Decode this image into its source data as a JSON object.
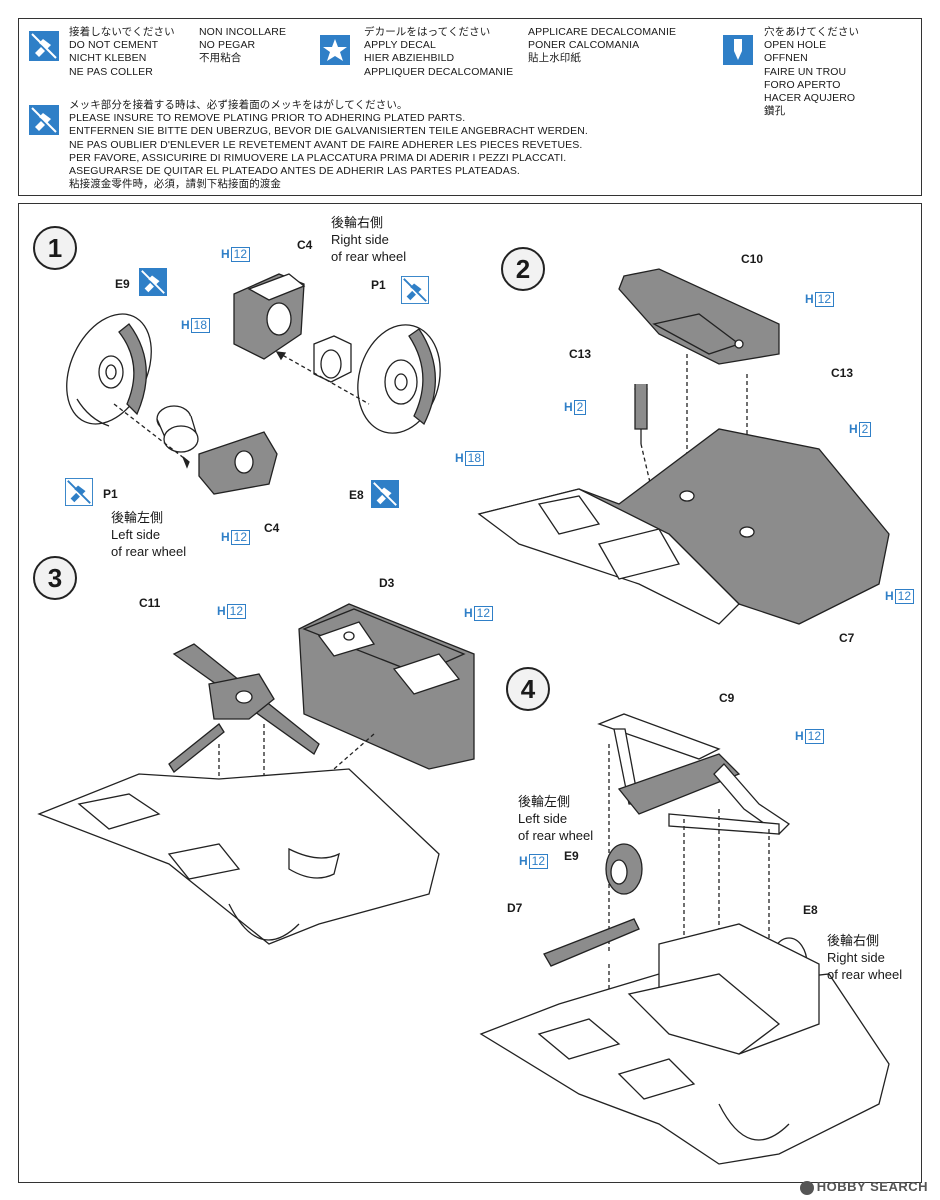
{
  "legend": {
    "no_cement": "接着しないでください\nDO NOT CEMENT\nNICHT KLEBEN\nNE PAS COLLER",
    "no_cement_2": "NON INCOLLARE\nNO PEGAR\n不用粘合",
    "apply_decal": "デカールをはってください\nAPPLY DECAL\nHIER ABZIEHBILD\nAPPLIQUER DECALCOMANIE",
    "apply_decal_2": "APPLICARE DECALCOMANIE\nPONER CALCOMANIA\n貼上水印紙",
    "open_hole": "穴をあけてください\nOPEN HOLE\nOFFNEN\nFAIRE UN TROU\nFORO APERTO\nHACER AQUJERO\n鑽孔",
    "plating": "メッキ部分を接着する時は、必ず接着面のメッキをはがしてください。\nPLEASE INSURE TO REMOVE PLATING PRIOR TO ADHERING PLATED PARTS.\nENTFERNEN SIE BITTE DEN UBERZUG, BEVOR DIE GALVANISIERTEN TEILE ANGEBRACHT WERDEN.\nNE PAS OUBLIER D'ENLEVER LE REVETEMENT AVANT DE FAIRE ADHERER LES PIECES REVETUES.\nPER FAVORE, ASSICURIRE DI RIMUOVERE LA PLACCATURA PRIMA DI ADERIR I PEZZI PLACCATI.\nASEGURARSE DE QUITAR EL PLATEADO ANTES DE ADHERIR LAS PARTES PLATEADAS.\n粘接渡金零件時，必須，請剝下粘接面的渡金"
  },
  "steps": [
    "1",
    "2",
    "3",
    "4"
  ],
  "parts": {
    "C4a": "C4",
    "C4b": "C4",
    "E9a": "E9",
    "E9b": "E9",
    "E8a": "E8",
    "E8b": "E8",
    "P1a": "P1",
    "P1b": "P1",
    "C10": "C10",
    "C13a": "C13",
    "C13b": "C13",
    "C7": "C7",
    "C11": "C11",
    "D3": "D3",
    "C9": "C9",
    "D7": "D7"
  },
  "paint": {
    "h12": "12",
    "h18": "18",
    "h2": "2",
    "h_letter": "H"
  },
  "callouts": {
    "right_rear_1": "後輪右側\nRight side\nof rear wheel",
    "left_rear_1": "後輪左側\nLeft side\nof rear wheel",
    "left_rear_4": "後輪左側\nLeft side\nof rear wheel",
    "right_rear_4": "後輪右側\nRight side\nof rear wheel"
  },
  "watermark": "HOBBY SEARCH",
  "colors": {
    "accent_blue": "#2f7fc7",
    "part_gray": "#8c8c8c"
  }
}
